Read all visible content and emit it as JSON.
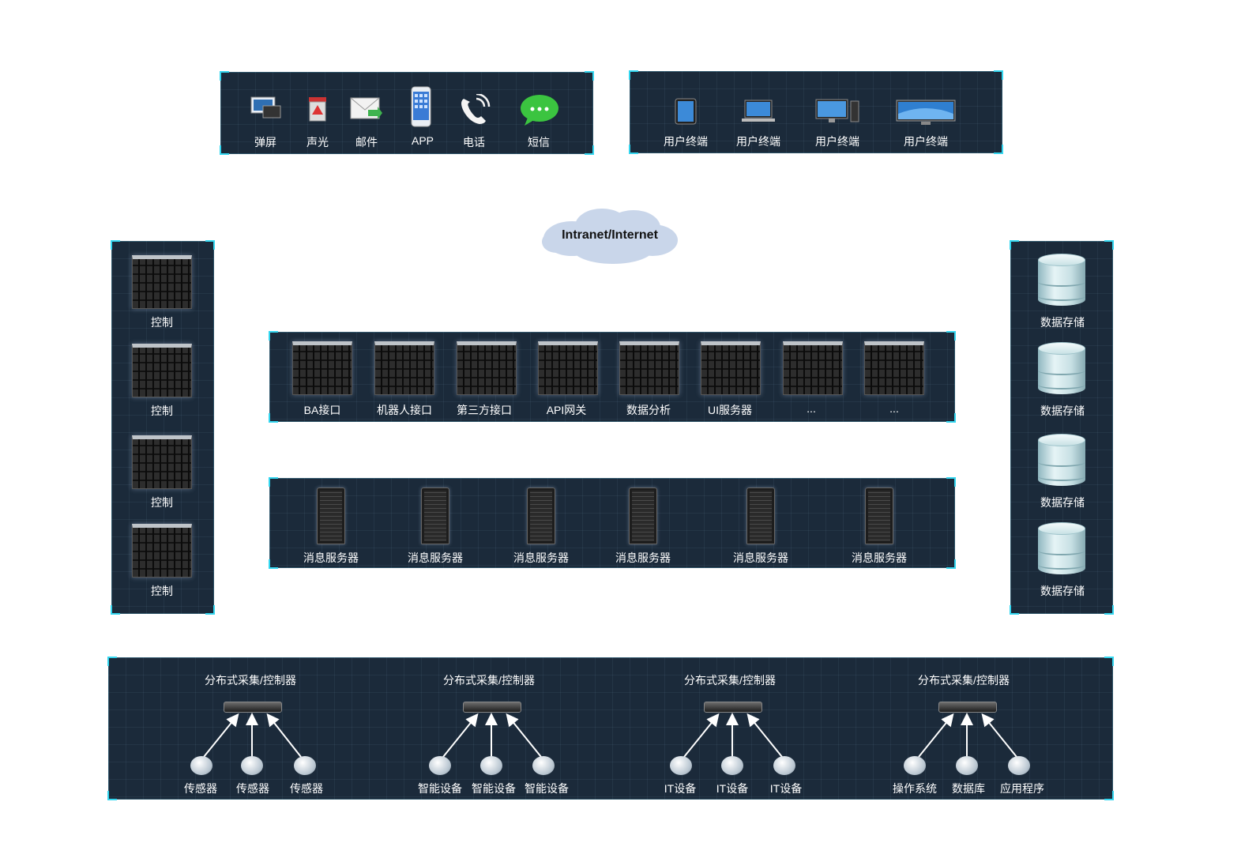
{
  "notify": {
    "items": [
      {
        "label": "弹屏",
        "icon": "popup-screen-icon"
      },
      {
        "label": "声光",
        "icon": "sound-light-alarm-icon"
      },
      {
        "label": "邮件",
        "icon": "mail-icon"
      },
      {
        "label": "APP",
        "icon": "phone-app-icon"
      },
      {
        "label": "电话",
        "icon": "telephone-icon"
      },
      {
        "label": "短信",
        "icon": "sms-chat-icon"
      }
    ]
  },
  "terminals": {
    "items": [
      {
        "label": "用户终端",
        "icon": "tablet-icon"
      },
      {
        "label": "用户终端",
        "icon": "laptop-icon"
      },
      {
        "label": "用户终端",
        "icon": "desktop-pc-icon"
      },
      {
        "label": "用户终端",
        "icon": "wide-monitor-icon"
      }
    ]
  },
  "network": {
    "label": "Intranet/Internet"
  },
  "control": {
    "items": [
      "控制",
      "控制",
      "控制",
      "控制"
    ]
  },
  "storage": {
    "items": [
      "数据存储",
      "数据存储",
      "数据存储",
      "数据存储"
    ]
  },
  "interfaces": {
    "items": [
      "BA接口",
      "机器人接口",
      "第三方接口",
      "API网关",
      "数据分析",
      "UI服务器",
      "...",
      "..."
    ]
  },
  "messaging": {
    "items": [
      "消息服务器",
      "消息服务器",
      "消息服务器",
      "消息服务器",
      "消息服务器",
      "消息服务器"
    ]
  },
  "collectors": [
    {
      "title": "分布式采集/控制器",
      "devices": [
        "传感器",
        "传感器",
        "传感器"
      ]
    },
    {
      "title": "分布式采集/控制器",
      "devices": [
        "智能设备",
        "智能设备",
        "智能设备"
      ]
    },
    {
      "title": "分布式采集/控制器",
      "devices": [
        "IT设备",
        "IT设备",
        "IT设备"
      ]
    },
    {
      "title": "分布式采集/控制器",
      "devices": [
        "操作系统",
        "数据库",
        "应用程序"
      ]
    }
  ],
  "colors": {
    "panel": "#1b2a3a",
    "corner": "#33d6ef",
    "cloud": "#c9d6ea",
    "text": "#ffffff"
  }
}
